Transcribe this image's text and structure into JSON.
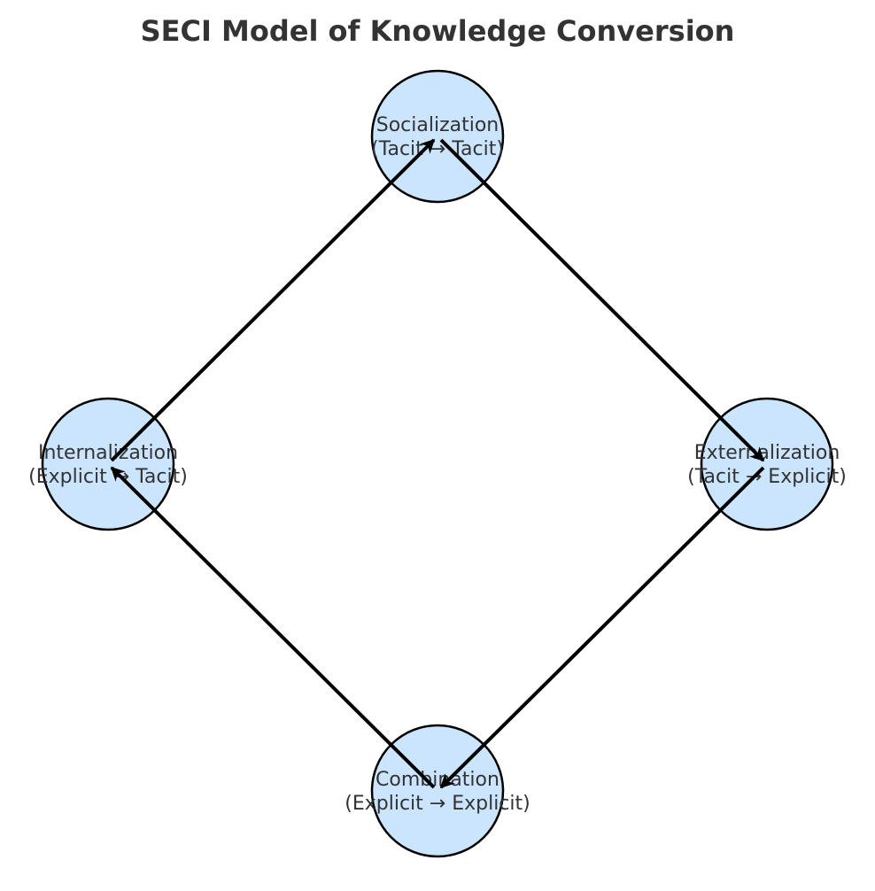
{
  "title": "SECI Model of Knowledge Conversion",
  "colors": {
    "node_fill": "#cce5ff",
    "node_stroke": "#000000",
    "text": "#333333",
    "arrow": "#000000"
  },
  "nodes": [
    {
      "id": "socialization",
      "name": "Socialization",
      "conversion": "(Tacit → Tacit)"
    },
    {
      "id": "externalization",
      "name": "Externalization",
      "conversion": "(Tacit → Explicit)"
    },
    {
      "id": "combination",
      "name": "Combination",
      "conversion": "(Explicit → Explicit)"
    },
    {
      "id": "internalization",
      "name": "Internalization",
      "conversion": "(Explicit → Tacit)"
    }
  ],
  "edges": [
    {
      "from": "socialization",
      "to": "externalization"
    },
    {
      "from": "externalization",
      "to": "combination"
    },
    {
      "from": "combination",
      "to": "internalization"
    },
    {
      "from": "internalization",
      "to": "socialization"
    }
  ]
}
